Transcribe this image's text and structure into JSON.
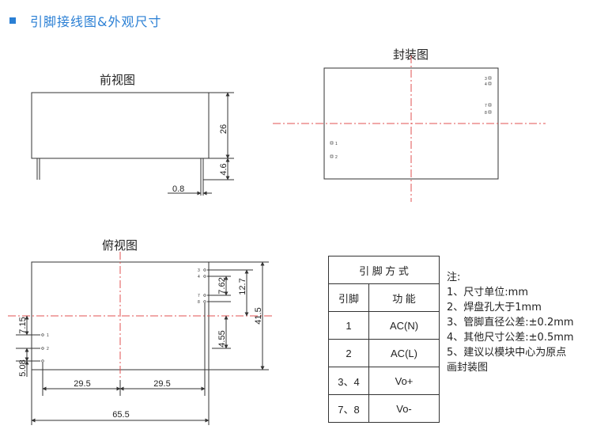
{
  "heading": {
    "title": "引脚接线图&外观尺寸",
    "accent_color": "#2a7fd4"
  },
  "front_view": {
    "title": "前视图",
    "dims": {
      "height": "26",
      "pin_length": "4.6",
      "pin_width": "0.8"
    }
  },
  "package_view": {
    "title": "封装图",
    "pins": {
      "p3": "3",
      "p4": "4",
      "p7": "7",
      "p8": "8",
      "p1": "1",
      "p2": "2"
    }
  },
  "top_view": {
    "title": "俯视图",
    "dims": {
      "d762": "7.62",
      "d127": "12.7",
      "d455": "4.55",
      "d415": "41.5",
      "d715": "7.15",
      "d508": "5.08",
      "d295a": "29.5",
      "d295b": "29.5",
      "d655": "65.5"
    },
    "pins": {
      "p3": "3",
      "p4": "4",
      "p7": "7",
      "p8": "8",
      "p1": "1",
      "p2": "2"
    }
  },
  "pin_table": {
    "title": "引 脚 方 式",
    "header": {
      "pin": "引脚",
      "function": "功 能"
    },
    "rows": [
      {
        "pin": "1",
        "function": "AC(N)"
      },
      {
        "pin": "2",
        "function": "AC(L)"
      },
      {
        "pin": "3、4",
        "function": "Vo+"
      },
      {
        "pin": "7、8",
        "function": "Vo-"
      }
    ]
  },
  "notes": {
    "title": "注:",
    "items": [
      "1、尺寸单位:mm",
      "2、焊盘孔大于1mm",
      "3、管脚直径公差:±0.2mm",
      "4、其他尺寸公差:±0.5mm",
      "5、建议以模块中心为原点",
      "画封装图"
    ]
  },
  "colors": {
    "centerline": "#e05050",
    "line": "#333333"
  }
}
